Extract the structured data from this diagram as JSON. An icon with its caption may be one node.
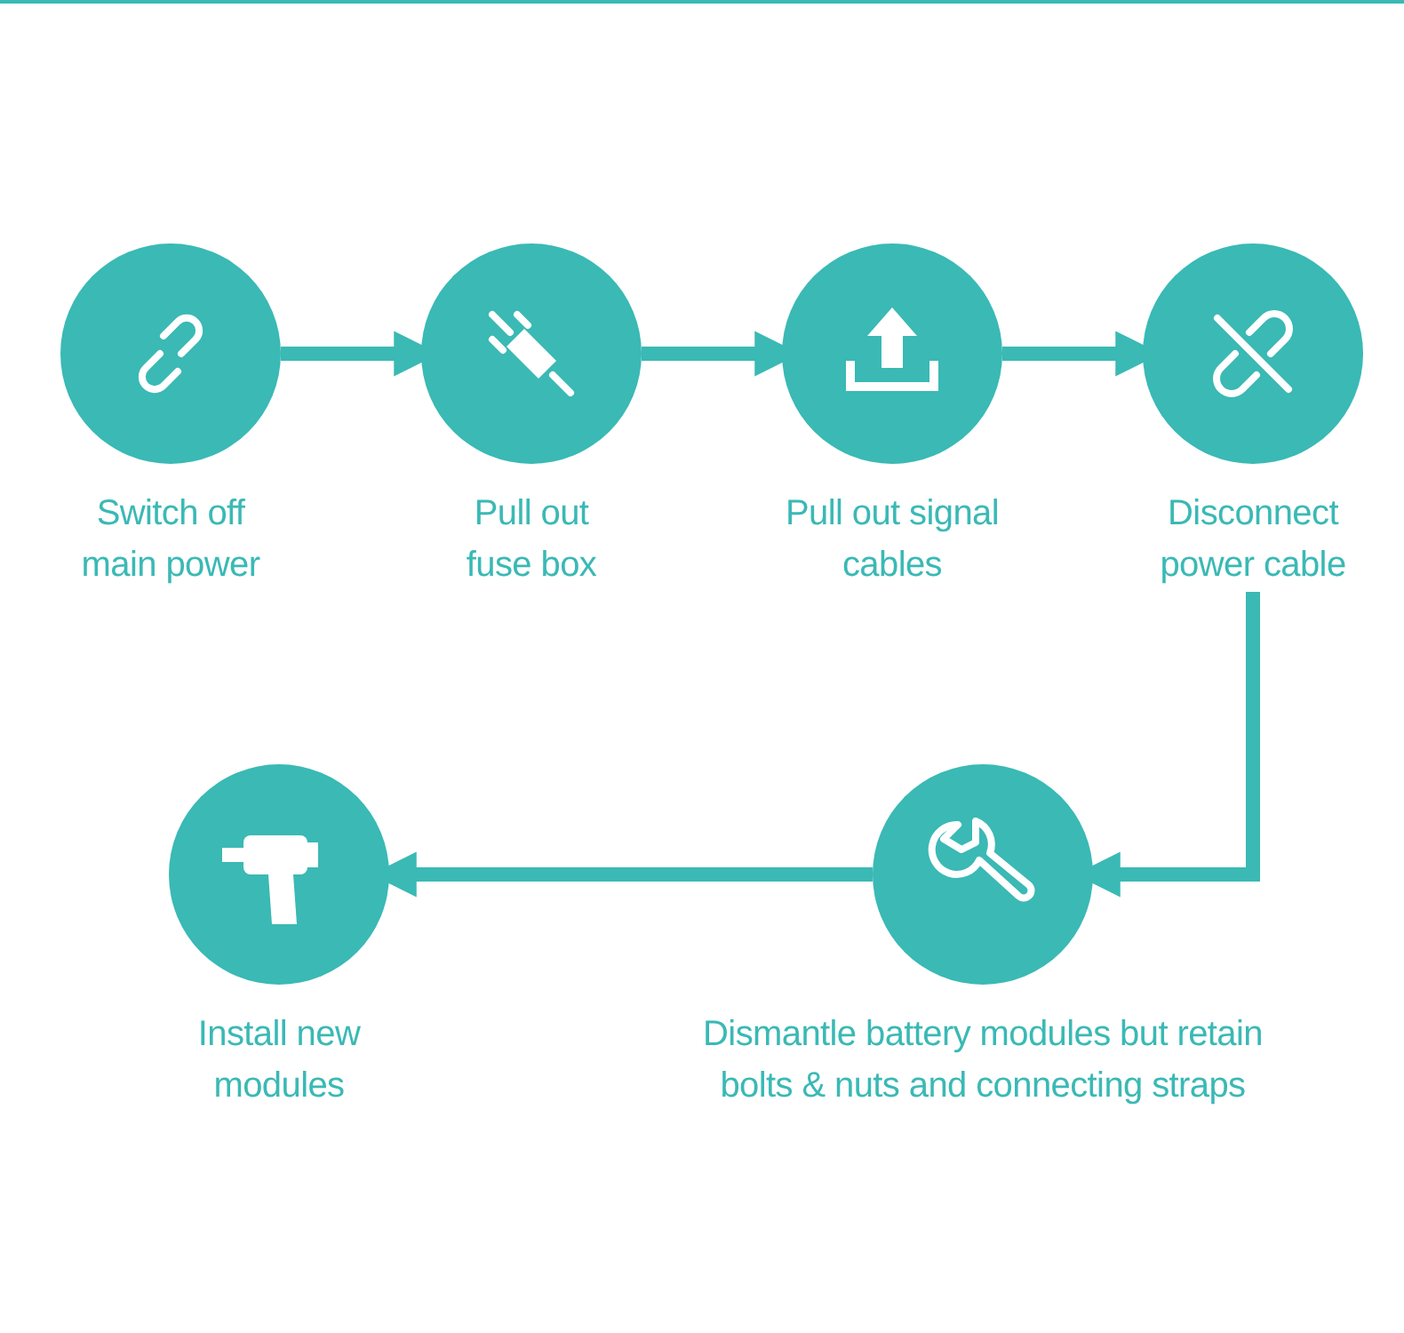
{
  "diagram": {
    "nodes": [
      {
        "text": [
          "Switch off main power"
        ]
      },
      {
        "text": [
          "Pull out fuse box"
        ]
      },
      {
        "text": [
          "Pull out signal cables"
        ]
      },
      {
        "text": [
          "Disconnect power cable"
        ]
      },
      {
        "text": [
          "Dismantle battery modules but retain bolts & nuts and connecting straps"
        ]
      },
      {
        "text": [
          "Install new modules"
        ]
      }
    ],
    "edges": [
      {
        "from": 0,
        "to": 1,
        "arrow": "to"
      },
      {
        "from": 1,
        "to": 2,
        "arrow": "to"
      },
      {
        "from": 2,
        "to": 3,
        "arrow": "to"
      },
      {
        "from": 3,
        "to": 4,
        "arrow": "to"
      },
      {
        "from": 4,
        "to": 5,
        "arrow": "to"
      }
    ]
  }
}
